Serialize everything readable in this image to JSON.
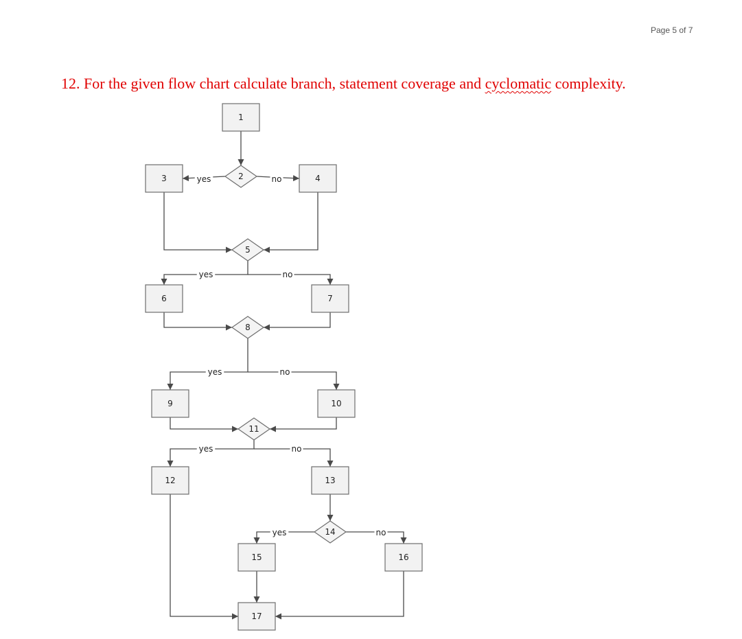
{
  "header": {
    "page_indicator": "Page 5 of 7"
  },
  "question": {
    "text_before": "12. For the given flow chart calculate branch, statement coverage and ",
    "flagged_word": "cyclomatic",
    "text_after": " complexity."
  },
  "flowchart": {
    "nodes": [
      {
        "id": "1",
        "shape": "process"
      },
      {
        "id": "2",
        "shape": "decision"
      },
      {
        "id": "3",
        "shape": "process"
      },
      {
        "id": "4",
        "shape": "process"
      },
      {
        "id": "5",
        "shape": "decision"
      },
      {
        "id": "6",
        "shape": "process"
      },
      {
        "id": "7",
        "shape": "process"
      },
      {
        "id": "8",
        "shape": "decision"
      },
      {
        "id": "9",
        "shape": "process"
      },
      {
        "id": "10",
        "shape": "process"
      },
      {
        "id": "11",
        "shape": "decision"
      },
      {
        "id": "12",
        "shape": "process"
      },
      {
        "id": "13",
        "shape": "process"
      },
      {
        "id": "14",
        "shape": "decision"
      },
      {
        "id": "15",
        "shape": "process"
      },
      {
        "id": "16",
        "shape": "process"
      },
      {
        "id": "17",
        "shape": "process"
      }
    ],
    "edges": [
      {
        "from": "1",
        "to": "2",
        "label": ""
      },
      {
        "from": "2",
        "to": "3",
        "label": "yes"
      },
      {
        "from": "2",
        "to": "4",
        "label": "no"
      },
      {
        "from": "3",
        "to": "5",
        "label": ""
      },
      {
        "from": "4",
        "to": "5",
        "label": ""
      },
      {
        "from": "5",
        "to": "6",
        "label": "yes"
      },
      {
        "from": "5",
        "to": "7",
        "label": "no"
      },
      {
        "from": "6",
        "to": "8",
        "label": ""
      },
      {
        "from": "7",
        "to": "8",
        "label": ""
      },
      {
        "from": "8",
        "to": "9",
        "label": "yes"
      },
      {
        "from": "8",
        "to": "10",
        "label": "no"
      },
      {
        "from": "9",
        "to": "11",
        "label": ""
      },
      {
        "from": "10",
        "to": "11",
        "label": ""
      },
      {
        "from": "11",
        "to": "12",
        "label": "yes"
      },
      {
        "from": "11",
        "to": "13",
        "label": "no"
      },
      {
        "from": "13",
        "to": "14",
        "label": ""
      },
      {
        "from": "14",
        "to": "15",
        "label": "yes"
      },
      {
        "from": "14",
        "to": "16",
        "label": "no"
      },
      {
        "from": "12",
        "to": "17",
        "label": ""
      },
      {
        "from": "15",
        "to": "17",
        "label": ""
      },
      {
        "from": "16",
        "to": "17",
        "label": ""
      }
    ]
  }
}
